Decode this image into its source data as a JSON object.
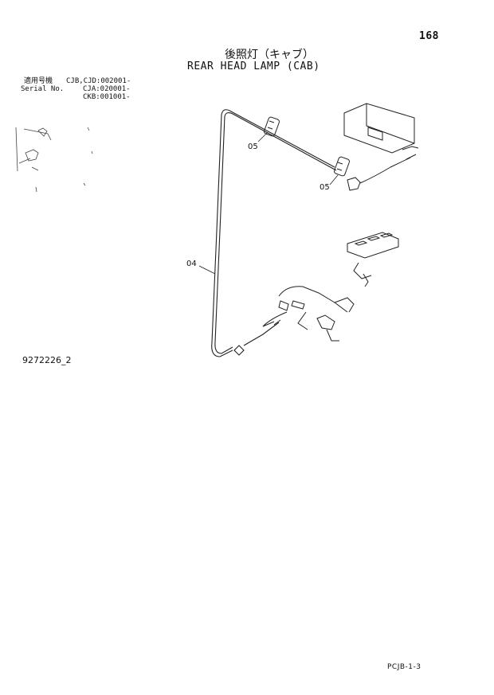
{
  "page_number": "168",
  "title_jp": "後照灯（キャブ）",
  "title_en": "REAR HEAD LAMP (CAB)",
  "serial": {
    "label_jp": "適用号機",
    "label_en": "Serial No.",
    "line1": "CJB,CJD:002001-",
    "line2": "CJA:020001-",
    "line3": "CKB:001001-"
  },
  "callouts": [
    "05",
    "05",
    "04"
  ],
  "illustration_code": "9272226_2",
  "footer_code": "PCJB-1-3"
}
